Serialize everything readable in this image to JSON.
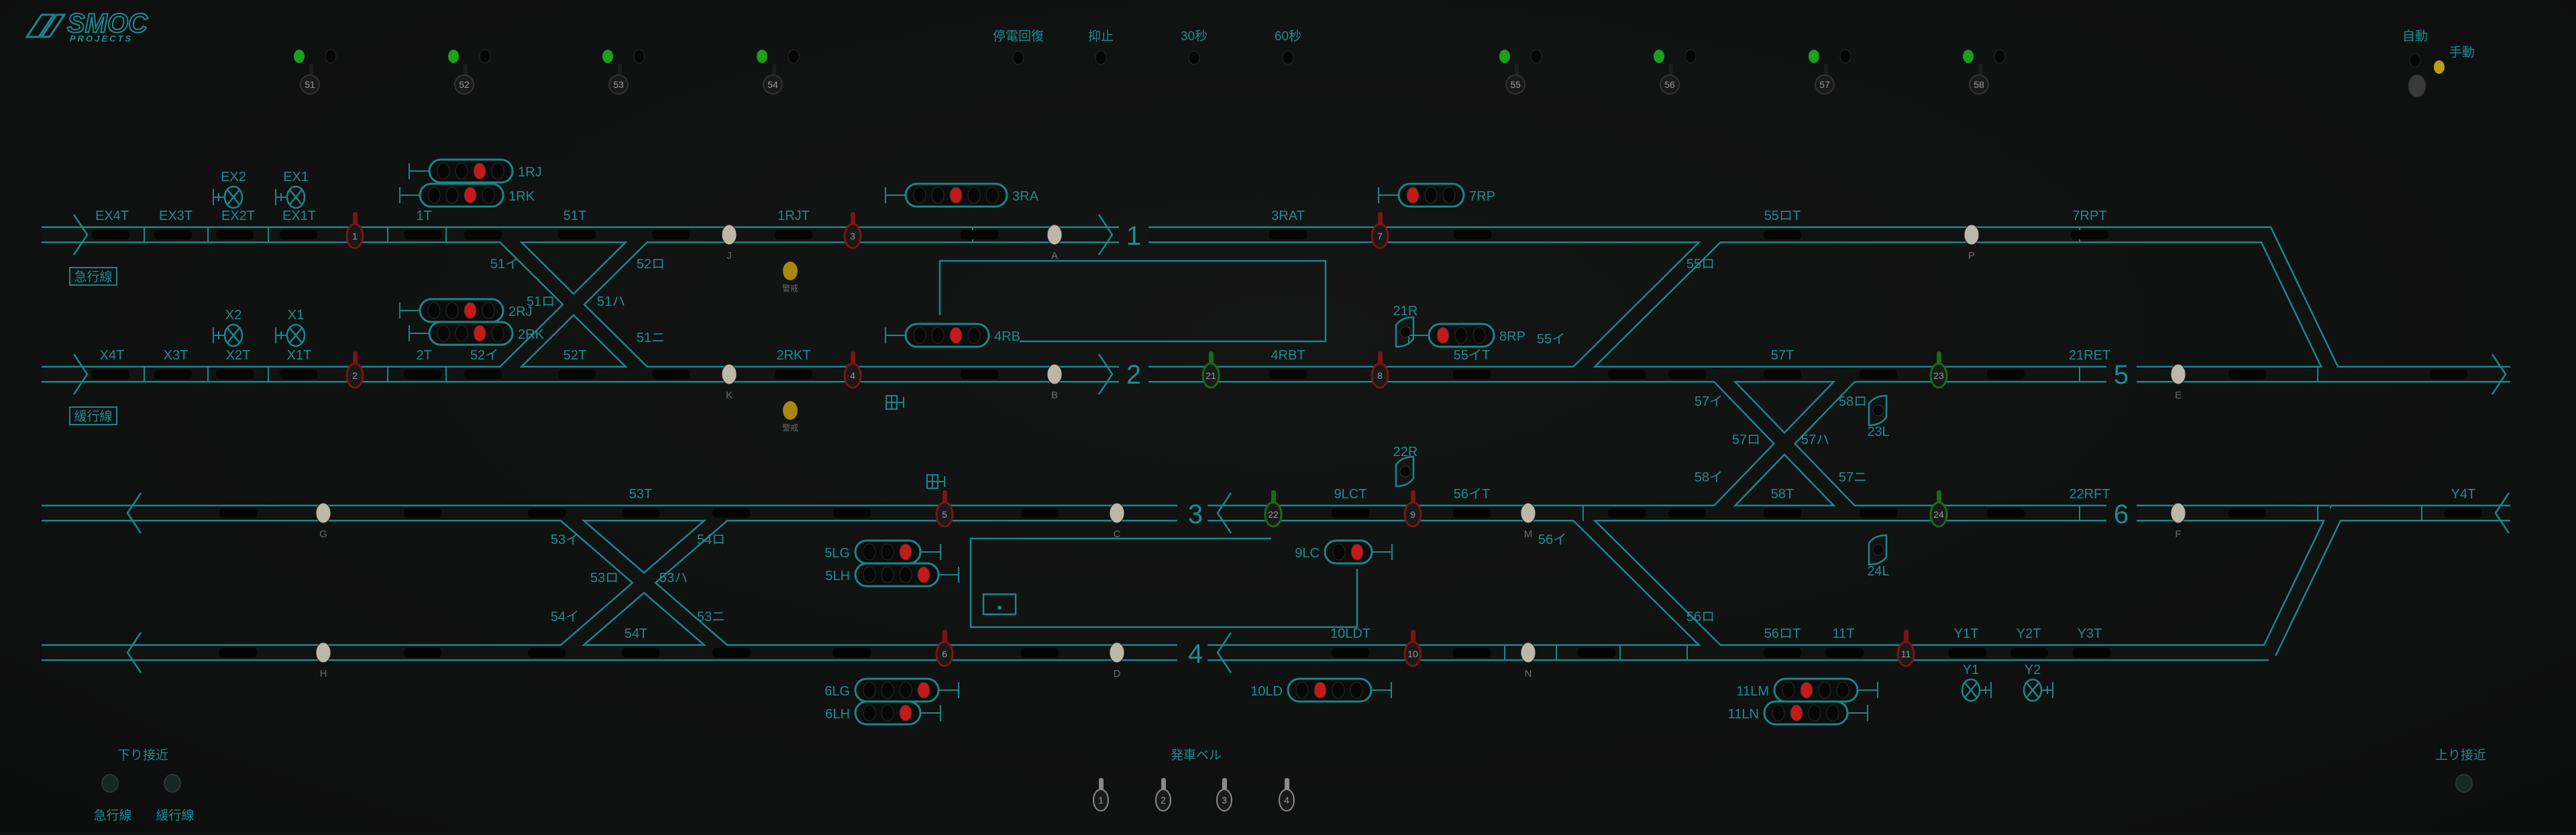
{
  "logo": {
    "text": "SMOC",
    "sub": "PROJECTS"
  },
  "point_levers": [
    {
      "num": "51",
      "lamp": "green"
    },
    {
      "num": "52",
      "lamp": "green"
    },
    {
      "num": "53",
      "lamp": "green"
    },
    {
      "num": "54",
      "lamp": "green"
    },
    {
      "num": "55",
      "lamp": "green"
    },
    {
      "num": "56",
      "lamp": "green"
    },
    {
      "num": "57",
      "lamp": "green"
    },
    {
      "num": "58",
      "lamp": "green"
    }
  ],
  "indicators": [
    {
      "label": "停電回復"
    },
    {
      "label": "抑止"
    },
    {
      "label": "30秒"
    },
    {
      "label": "60秒"
    }
  ],
  "mode": {
    "auto": "自動",
    "manual": "手動",
    "active": "manual"
  },
  "line_labels": {
    "express": "急行線",
    "local": "緩行線"
  },
  "track_numbers": [
    "1",
    "2",
    "3",
    "4",
    "5",
    "6"
  ],
  "track_sections": [
    "EX4T",
    "EX3T",
    "EX2T",
    "EX1T",
    "1T",
    "51T",
    "1RJT",
    "3RAT",
    "55ロT",
    "7RPT",
    "X4T",
    "X3T",
    "X2T",
    "X1T",
    "2T",
    "52イ",
    "52T",
    "2RKT",
    "4RBT",
    "55イT",
    "57T",
    "21RET",
    "53T",
    "9LCT",
    "56イT",
    "58T",
    "22RFT",
    "Y4T",
    "54T",
    "10LDT",
    "56ロT",
    "11T",
    "Y1T",
    "Y2T",
    "Y3T"
  ],
  "point_labels": [
    "51イ",
    "52ロ",
    "51ロ",
    "51ハ",
    "51ニ",
    "55ロ",
    "55イ",
    "57イ",
    "58ロ",
    "57ロ",
    "57ハ",
    "58イ",
    "57ニ",
    "53イ",
    "54ロ",
    "53ロ",
    "53ハ",
    "54イ",
    "53ニ",
    "56イ",
    "56ロ"
  ],
  "signal_levers": [
    {
      "num": "1",
      "state": "red"
    },
    {
      "num": "3",
      "state": "red"
    },
    {
      "num": "7",
      "state": "red"
    },
    {
      "num": "2",
      "state": "red"
    },
    {
      "num": "4",
      "state": "red"
    },
    {
      "num": "21",
      "state": "green"
    },
    {
      "num": "8",
      "state": "red"
    },
    {
      "num": "23",
      "state": "green"
    },
    {
      "num": "5",
      "state": "red"
    },
    {
      "num": "22",
      "state": "green"
    },
    {
      "num": "9",
      "state": "red"
    },
    {
      "num": "24",
      "state": "green"
    },
    {
      "num": "6",
      "state": "red"
    },
    {
      "num": "10",
      "state": "red"
    },
    {
      "num": "11",
      "state": "red"
    }
  ],
  "buttons": [
    "J",
    "A",
    "P",
    "K",
    "B",
    "E",
    "G",
    "C",
    "M",
    "F",
    "H",
    "D",
    "N"
  ],
  "signals": [
    {
      "name": "1RJ",
      "lamps": [
        "off",
        "off",
        "red",
        "off"
      ]
    },
    {
      "name": "1RK",
      "lamps": [
        "off",
        "off",
        "red",
        "off"
      ]
    },
    {
      "name": "3RA",
      "lamps": [
        "off",
        "off",
        "red",
        "off",
        "off"
      ]
    },
    {
      "name": "7RP",
      "lamps": [
        "red",
        "off",
        "off"
      ]
    },
    {
      "name": "2RJ",
      "lamps": [
        "off",
        "off",
        "red",
        "off"
      ]
    },
    {
      "name": "2RK",
      "lamps": [
        "off",
        "off",
        "red",
        "off"
      ]
    },
    {
      "name": "4RB",
      "lamps": [
        "off",
        "off",
        "red",
        "off"
      ]
    },
    {
      "name": "8RP",
      "lamps": [
        "red",
        "off",
        "off"
      ]
    },
    {
      "name": "5LG",
      "lamps": [
        "off",
        "off",
        "red"
      ]
    },
    {
      "name": "5LH",
      "lamps": [
        "off",
        "off",
        "off",
        "red"
      ]
    },
    {
      "name": "9LC",
      "lamps": [
        "off",
        "red"
      ]
    },
    {
      "name": "6LG",
      "lamps": [
        "off",
        "off",
        "off",
        "red"
      ]
    },
    {
      "name": "6LH",
      "lamps": [
        "off",
        "off",
        "red"
      ]
    },
    {
      "name": "10LD",
      "lamps": [
        "off",
        "red",
        "off",
        "off"
      ]
    },
    {
      "name": "11LM",
      "lamps": [
        "off",
        "red",
        "off",
        "off"
      ]
    },
    {
      "name": "11LN",
      "lamps": [
        "off",
        "red",
        "off",
        "off"
      ]
    }
  ],
  "shunt_signals": [
    "21R",
    "22R",
    "23L",
    "24L"
  ],
  "warning_lamps": [
    {
      "label": "警戒"
    },
    {
      "label": "警戒"
    }
  ],
  "markers": [
    "EX2",
    "EX1",
    "X2",
    "X1",
    "Y1",
    "Y2"
  ],
  "approach_down": {
    "title": "下り接近",
    "buttons": [
      "急行線",
      "緩行線"
    ]
  },
  "departure_bell": {
    "title": "発車ベル",
    "levers": [
      "1",
      "2",
      "3",
      "4"
    ]
  },
  "approach_up": {
    "title": "上り接近"
  },
  "colors": {
    "line": "#17878b",
    "background": "#111212",
    "red": "#c41a1a",
    "green": "#1aa01a",
    "yellow": "#b8a012"
  }
}
